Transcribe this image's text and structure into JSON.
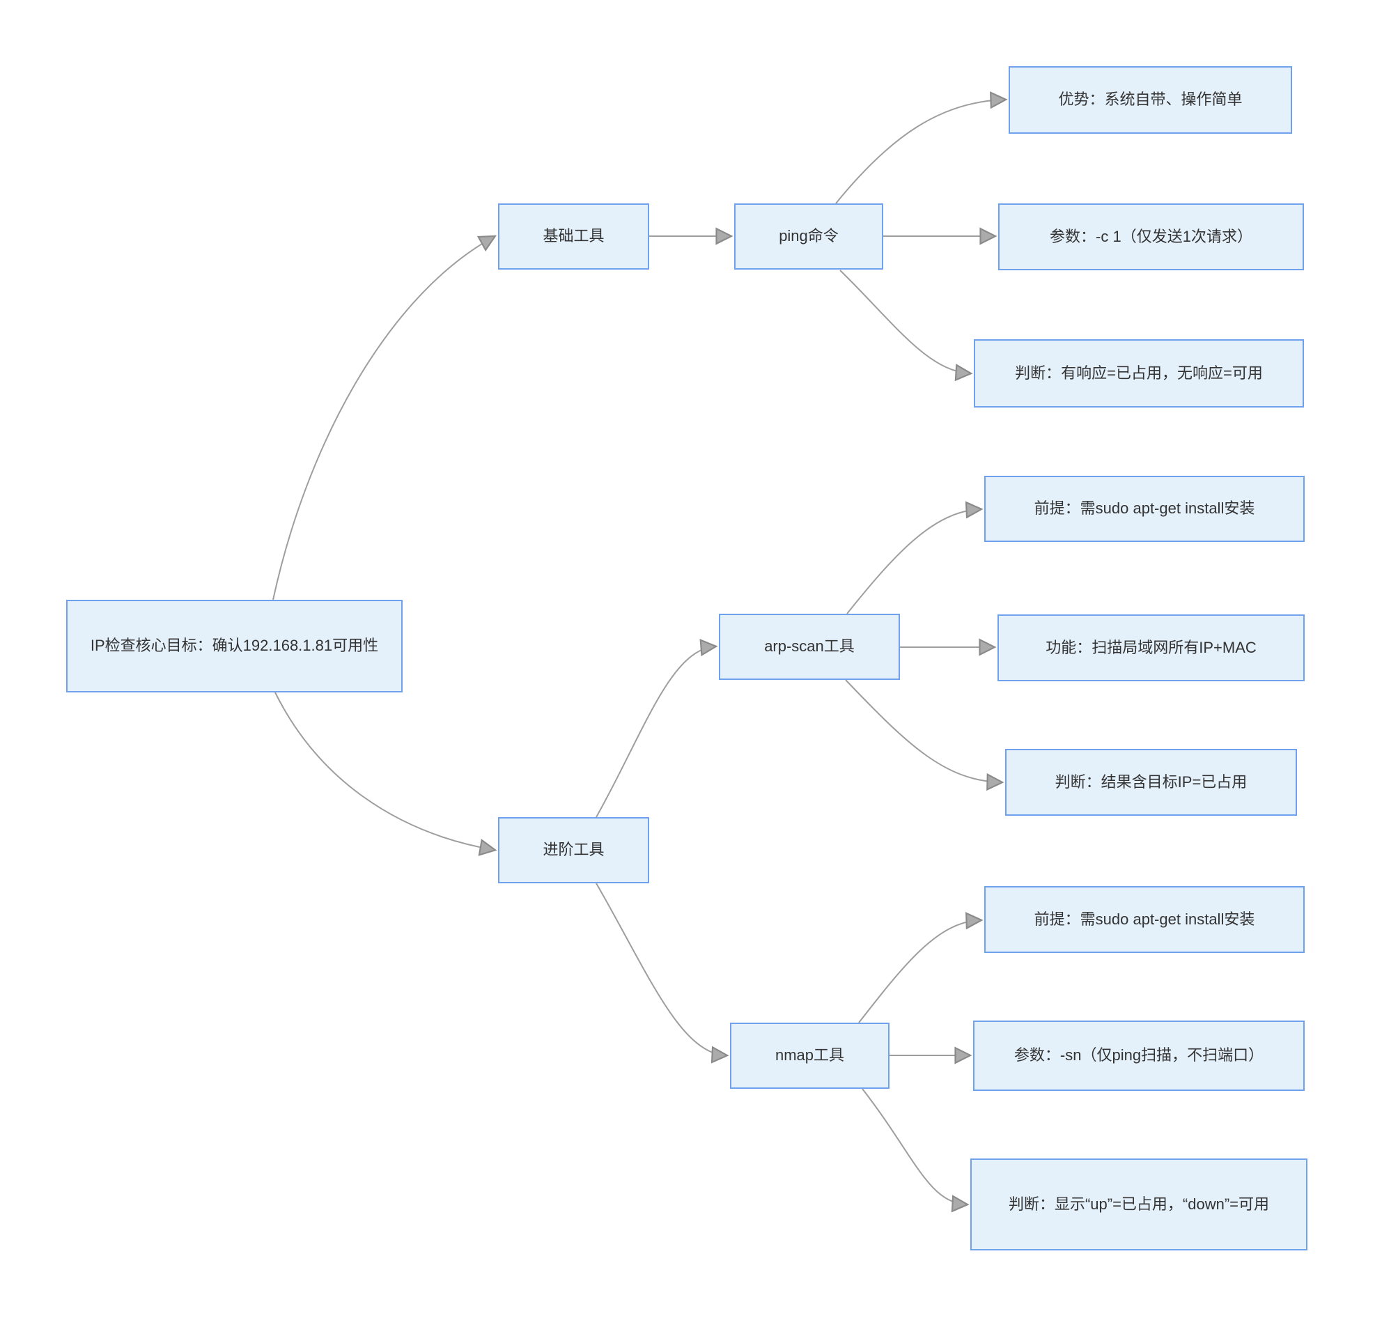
{
  "diagram": {
    "colors": {
      "node_fill": "#e4f1fb",
      "node_border": "#6fa1ec",
      "edge_color": "#9e9e9e",
      "arrow_fill": "#ababab",
      "arrow_stroke": "#8a8a8a",
      "text_color": "#333333",
      "canvas_bg": "#ffffff"
    },
    "nodes": {
      "root": {
        "label": "IP检查核心目标：确认192.168.1.81可用性"
      },
      "basic": {
        "label": "基础工具"
      },
      "ping": {
        "label": "ping命令"
      },
      "ping_adv": {
        "label": "优势：系统自带、操作简单"
      },
      "ping_param": {
        "label": "参数：-c 1（仅发送1次请求）"
      },
      "ping_judge": {
        "label": "判断：有响应=已占用，无响应=可用"
      },
      "advanced": {
        "label": "进阶工具"
      },
      "arpscan": {
        "label": "arp-scan工具"
      },
      "arp_pre": {
        "label": "前提：需sudo apt-get install安装"
      },
      "arp_func": {
        "label": "功能：扫描局域网所有IP+MAC"
      },
      "arp_judge": {
        "label": "判断：结果含目标IP=已占用"
      },
      "nmap": {
        "label": "nmap工具"
      },
      "nmap_pre": {
        "label": "前提：需sudo apt-get install安装"
      },
      "nmap_param": {
        "label": "参数：-sn（仅ping扫描，不扫端口）"
      },
      "nmap_judge": {
        "label": "判断：显示“up”=已占用，“down”=可用"
      }
    },
    "edges": [
      {
        "from": "root",
        "to": "basic"
      },
      {
        "from": "root",
        "to": "advanced"
      },
      {
        "from": "basic",
        "to": "ping"
      },
      {
        "from": "ping",
        "to": "ping_adv"
      },
      {
        "from": "ping",
        "to": "ping_param"
      },
      {
        "from": "ping",
        "to": "ping_judge"
      },
      {
        "from": "advanced",
        "to": "arpscan"
      },
      {
        "from": "advanced",
        "to": "nmap"
      },
      {
        "from": "arpscan",
        "to": "arp_pre"
      },
      {
        "from": "arpscan",
        "to": "arp_func"
      },
      {
        "from": "arpscan",
        "to": "arp_judge"
      },
      {
        "from": "nmap",
        "to": "nmap_pre"
      },
      {
        "from": "nmap",
        "to": "nmap_param"
      },
      {
        "from": "nmap",
        "to": "nmap_judge"
      }
    ]
  }
}
